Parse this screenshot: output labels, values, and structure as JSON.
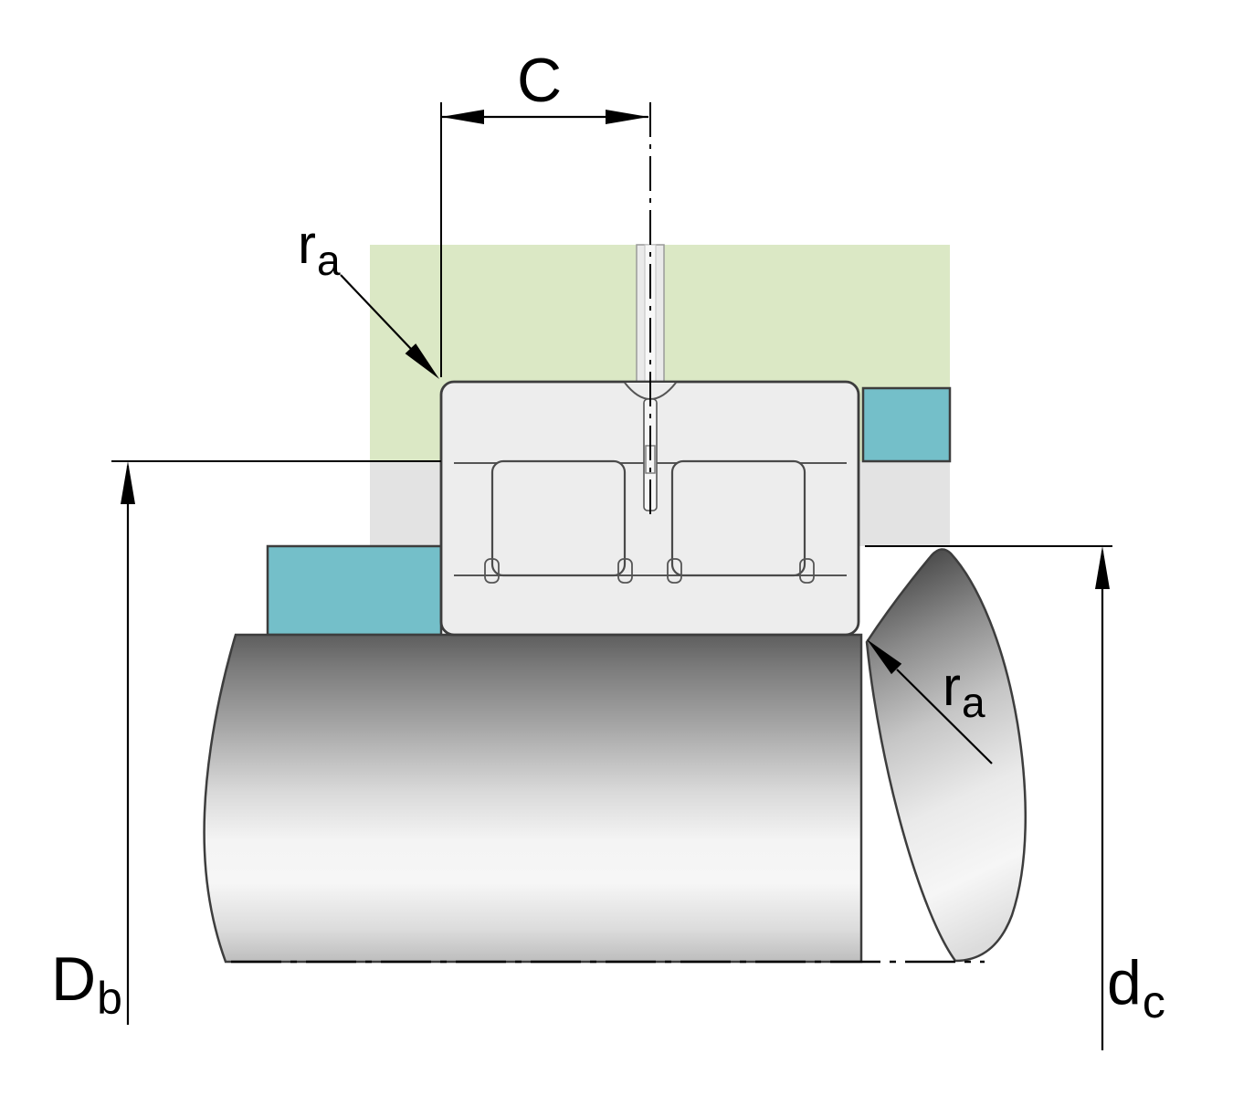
{
  "labels": {
    "width": {
      "main": "C"
    },
    "fillet_top": {
      "main": "r",
      "sub": "a"
    },
    "fillet_bottom": {
      "main": "r",
      "sub": "a"
    },
    "housing_abutment": {
      "main": "D",
      "sub": "b"
    },
    "shaft_abutment": {
      "main": "d",
      "sub": "c"
    }
  },
  "colors": {
    "housing_green": "#dbe8c5",
    "abutment_teal": "#74bfc9",
    "bore_gray": "#e3e3e3",
    "bearing_gray": "#ededed",
    "line_black": "#000000"
  }
}
